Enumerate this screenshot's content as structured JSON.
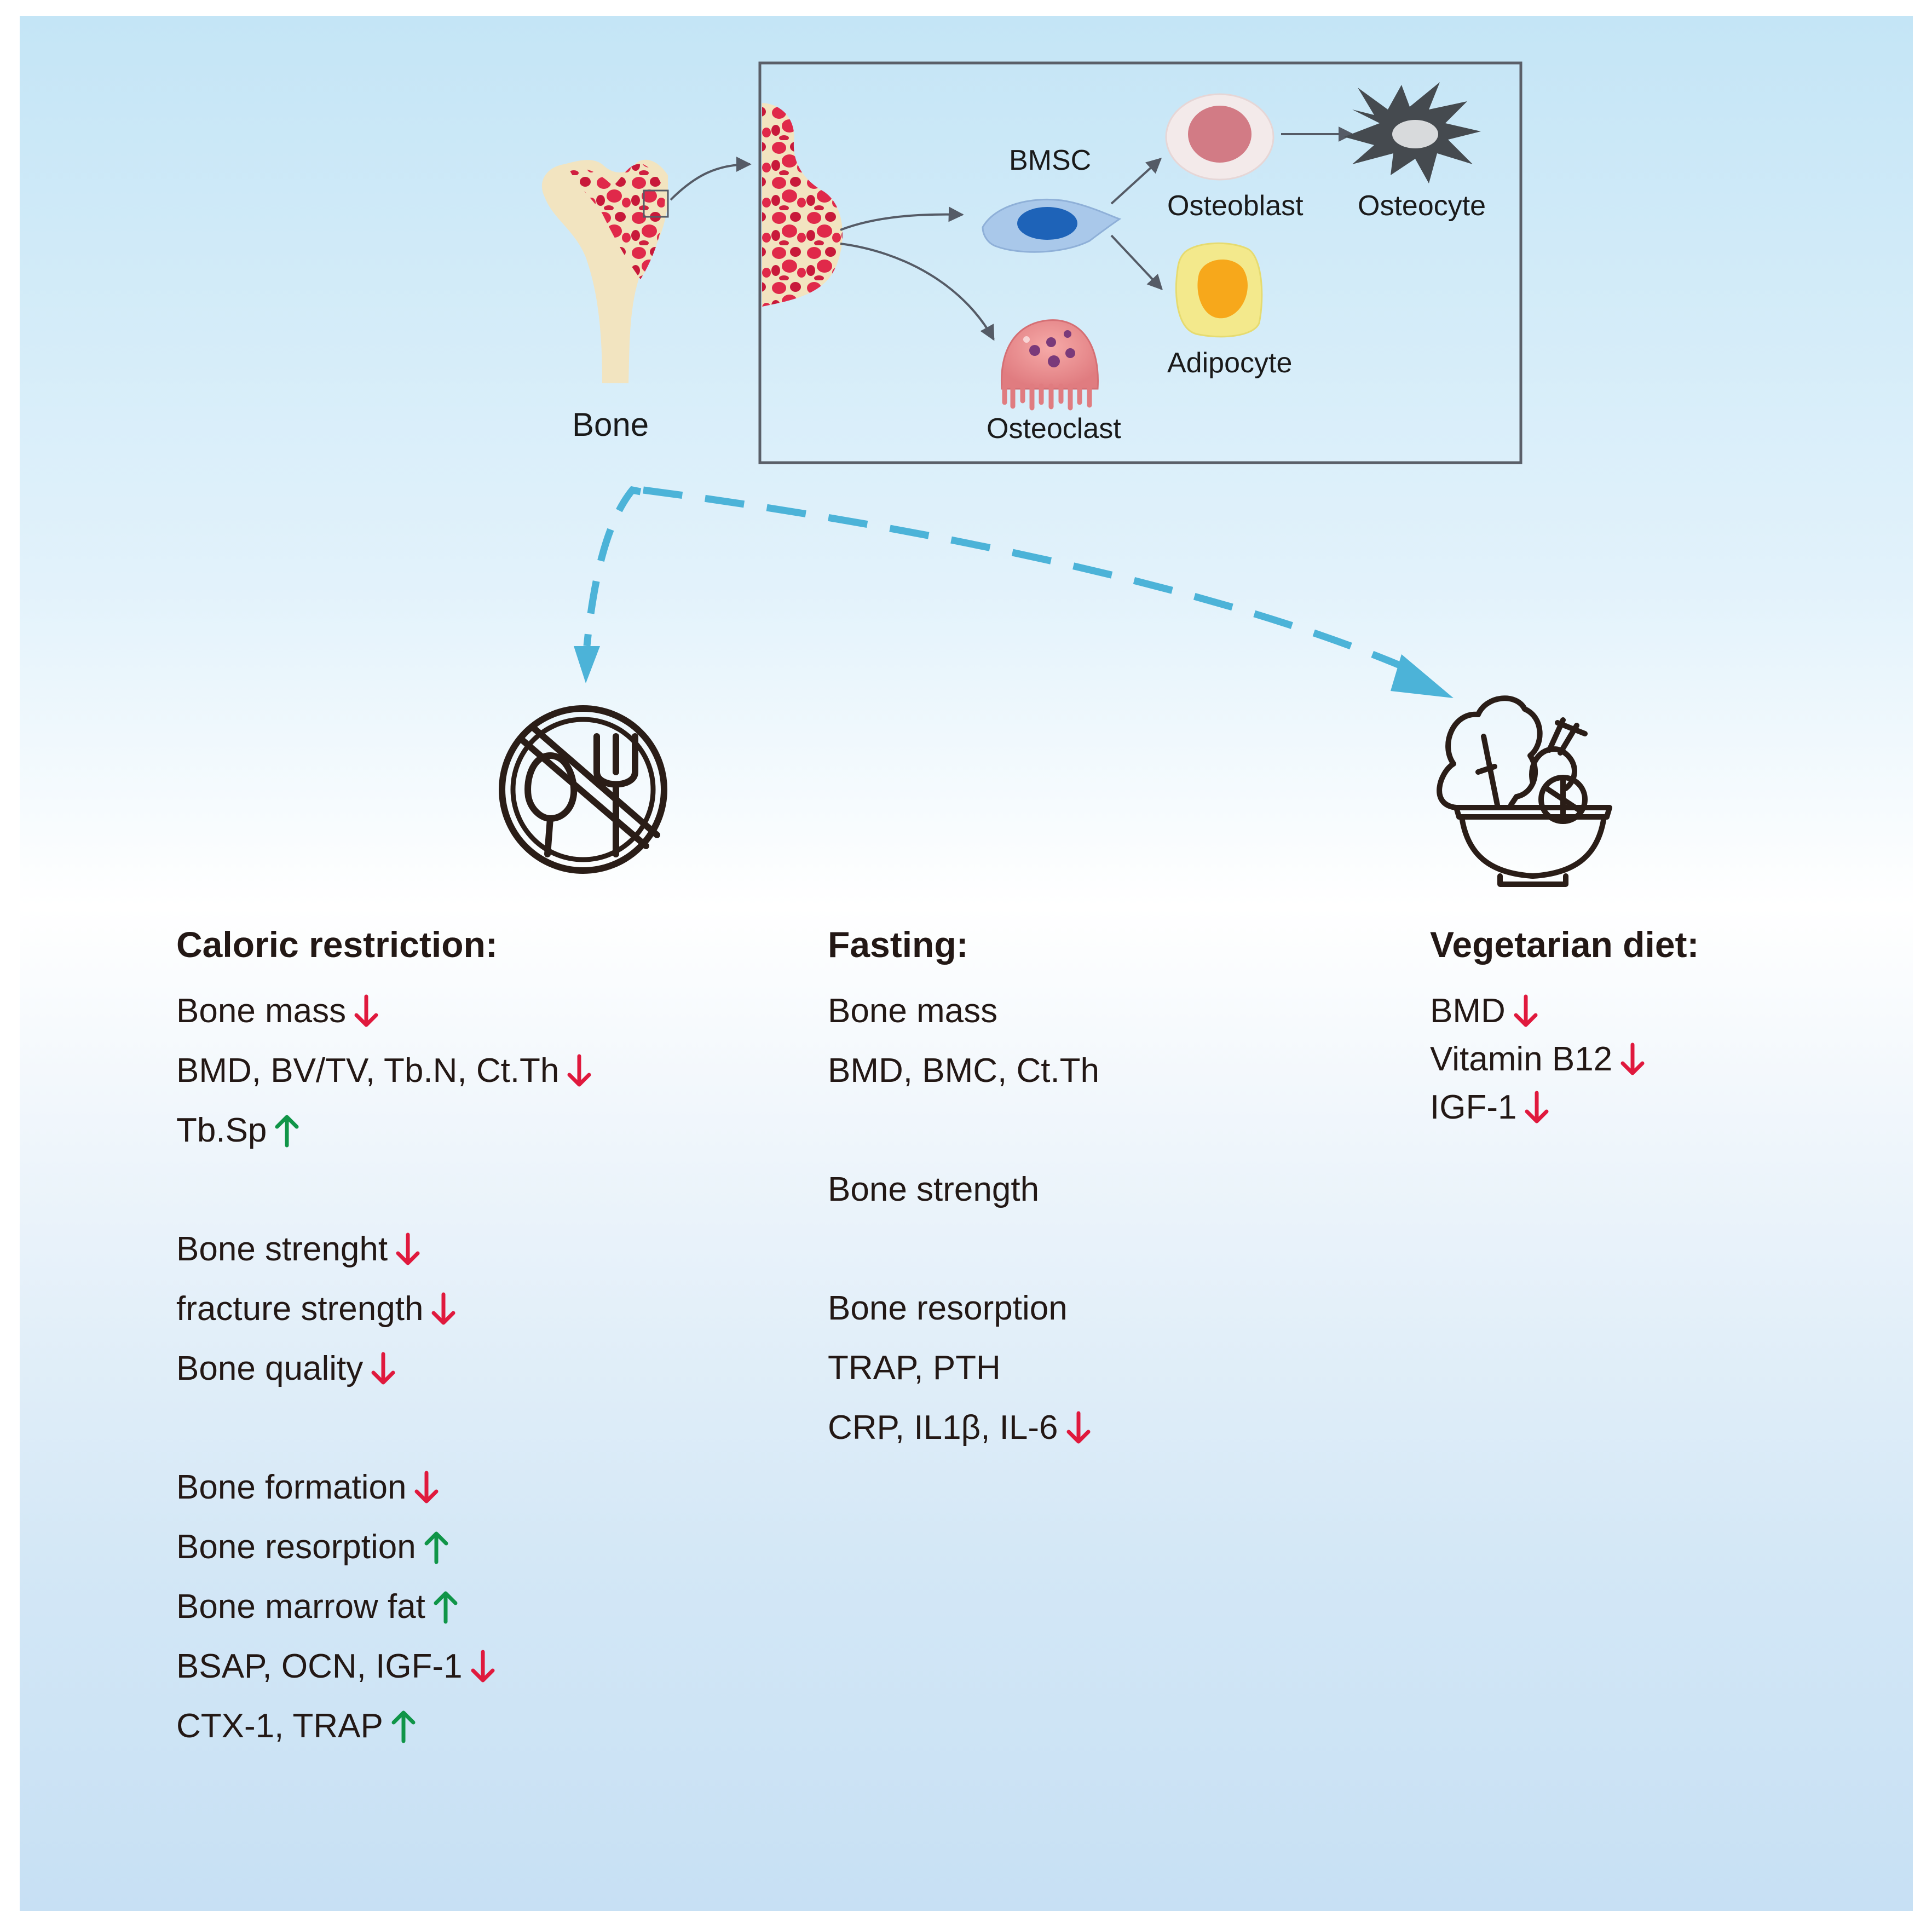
{
  "top": {
    "bone_label": "Bone",
    "cells": {
      "bmsc": "BMSC",
      "osteoblast": "Osteoblast",
      "osteocyte": "Osteocyte",
      "adipocyte": "Adipocyte",
      "osteoclast": "Osteoclast"
    }
  },
  "colors": {
    "down_arrow": "#e0193d",
    "up_arrow": "#109548",
    "dashed_arrow": "#4cb3d8",
    "icon_stroke": "#2a1d17"
  },
  "icons": [
    "no-food-icon",
    "salad-bowl-icon"
  ],
  "columns": [
    {
      "title": "Caloric restriction:",
      "groups": [
        [
          {
            "text": "Bone mass",
            "trend": "down"
          },
          {
            "text": "BMD, BV/TV, Tb.N, Ct.Th",
            "trend": "down"
          },
          {
            "text": "Tb.Sp",
            "trend": "up"
          }
        ],
        [
          {
            "text": "Bone strenght",
            "trend": "down"
          },
          {
            "text": "fracture strength",
            "trend": "down"
          },
          {
            "text": "Bone quality",
            "trend": "down"
          }
        ],
        [
          {
            "text": "Bone formation",
            "trend": "down"
          },
          {
            "text": "Bone resorption",
            "trend": "up"
          },
          {
            "text": "Bone marrow fat",
            "trend": "up"
          },
          {
            "text": "BSAP, OCN, IGF-1",
            "trend": "down"
          },
          {
            "text": "CTX-1, TRAP",
            "trend": "up"
          }
        ]
      ]
    },
    {
      "title": "Fasting:",
      "groups": [
        [
          {
            "text": "Bone mass",
            "trend": "none"
          },
          {
            "text": "BMD, BMC, Ct.Th",
            "trend": "none"
          }
        ],
        [
          {
            "text": "Bone strength",
            "trend": "none"
          }
        ],
        [
          {
            "text": "Bone resorption",
            "trend": "none"
          },
          {
            "text": "TRAP, PTH",
            "trend": "none"
          },
          {
            "text": "CRP, IL1β, IL-6",
            "trend": "down"
          }
        ]
      ]
    },
    {
      "title": "Vegetarian diet:",
      "groups": [
        [
          {
            "text": "BMD",
            "trend": "down"
          },
          {
            "text": "Vitamin B12",
            "trend": "down"
          },
          {
            "text": "IGF-1",
            "trend": "down"
          }
        ]
      ]
    }
  ]
}
